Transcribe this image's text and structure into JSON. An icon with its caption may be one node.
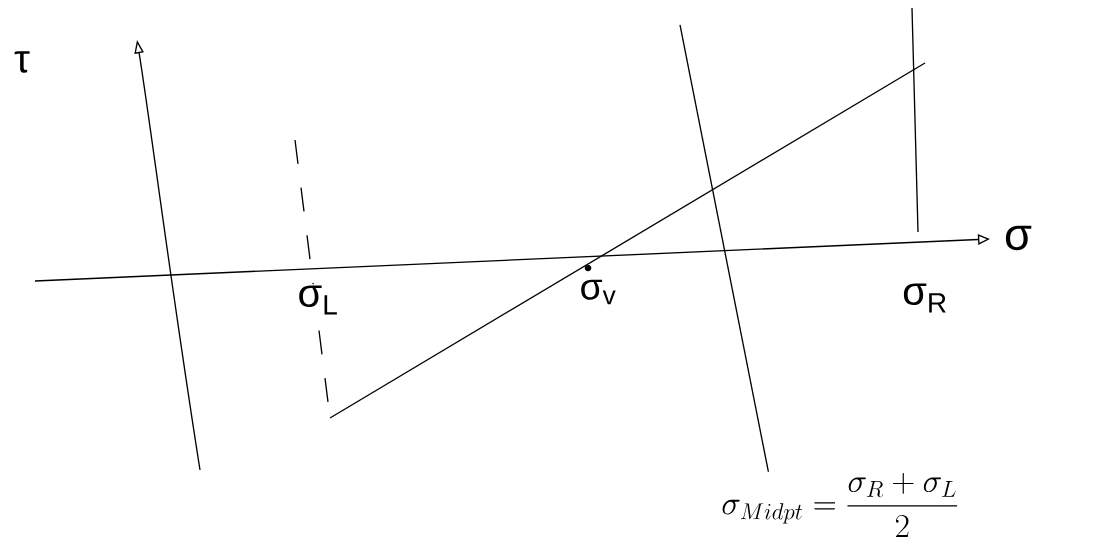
{
  "diagram": {
    "labels": [
      "τ",
      "σ",
      "σ$_{L}$",
      "σ$_{v}$",
      "σ$_{R}$",
      "\\sigma_{Midpt} = \\frac{\\sigma_R+\\sigma_L}{2}"
    ]
  }
}
